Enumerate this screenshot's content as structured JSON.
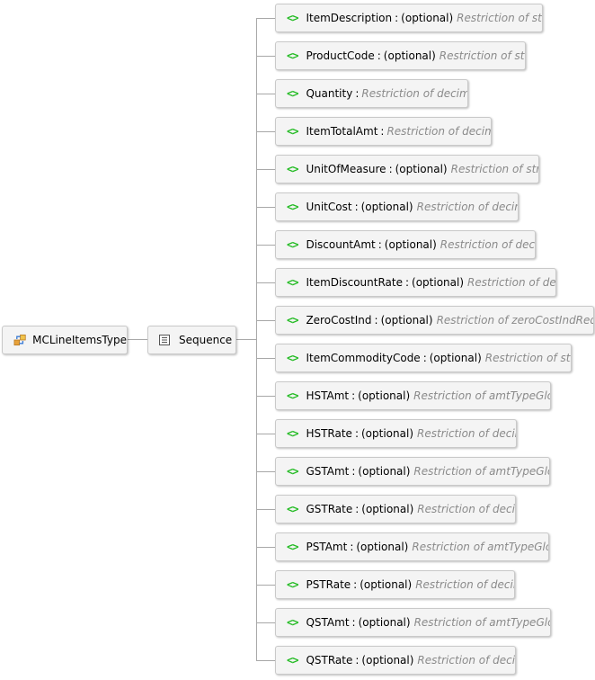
{
  "root": {
    "name": "MCLineItemsType",
    "icon": "complex-type-icon"
  },
  "sequence": {
    "label": "Sequence",
    "icon": "sequence-icon"
  },
  "element_glyph": "<>",
  "elements": [
    {
      "name": "ItemDescription",
      "optional": "(optional)",
      "type": "Restriction of string"
    },
    {
      "name": "ProductCode",
      "optional": "(optional)",
      "type": "Restriction of string"
    },
    {
      "name": "Quantity",
      "optional": "",
      "type": "Restriction of decimal"
    },
    {
      "name": "ItemTotalAmt",
      "optional": "",
      "type": "Restriction of decimal"
    },
    {
      "name": "UnitOfMeasure",
      "optional": "(optional)",
      "type": "Restriction of string"
    },
    {
      "name": "UnitCost",
      "optional": "(optional)",
      "type": "Restriction of decimal"
    },
    {
      "name": "DiscountAmt",
      "optional": "(optional)",
      "type": "Restriction of decimal"
    },
    {
      "name": "ItemDiscountRate",
      "optional": "(optional)",
      "type": "Restriction of decimal"
    },
    {
      "name": "ZeroCostInd",
      "optional": "(optional)",
      "type": "Restriction of zeroCostIndReqType"
    },
    {
      "name": "ItemCommodityCode",
      "optional": "(optional)",
      "type": "Restriction of string"
    },
    {
      "name": "HSTAmt",
      "optional": "(optional)",
      "type": "Restriction of amtTypeGlobal"
    },
    {
      "name": "HSTRate",
      "optional": "(optional)",
      "type": "Restriction of decimal"
    },
    {
      "name": "GSTAmt",
      "optional": "(optional)",
      "type": "Restriction of amtTypeGlobal"
    },
    {
      "name": "GSTRate",
      "optional": "(optional)",
      "type": "Restriction of decimal"
    },
    {
      "name": "PSTAmt",
      "optional": "(optional)",
      "type": "Restriction of amtTypeGlobal"
    },
    {
      "name": "PSTRate",
      "optional": "(optional)",
      "type": "Restriction of decimal"
    },
    {
      "name": "QSTAmt",
      "optional": "(optional)",
      "type": "Restriction of amtTypeGlobal"
    },
    {
      "name": "QSTRate",
      "optional": "(optional)",
      "type": "Restriction of decimal"
    }
  ],
  "colors": {
    "glyph": "#22bb22",
    "type_text": "#8a8a8a",
    "connector": "#a8a8a8",
    "node_bg": "#f4f4f4"
  }
}
